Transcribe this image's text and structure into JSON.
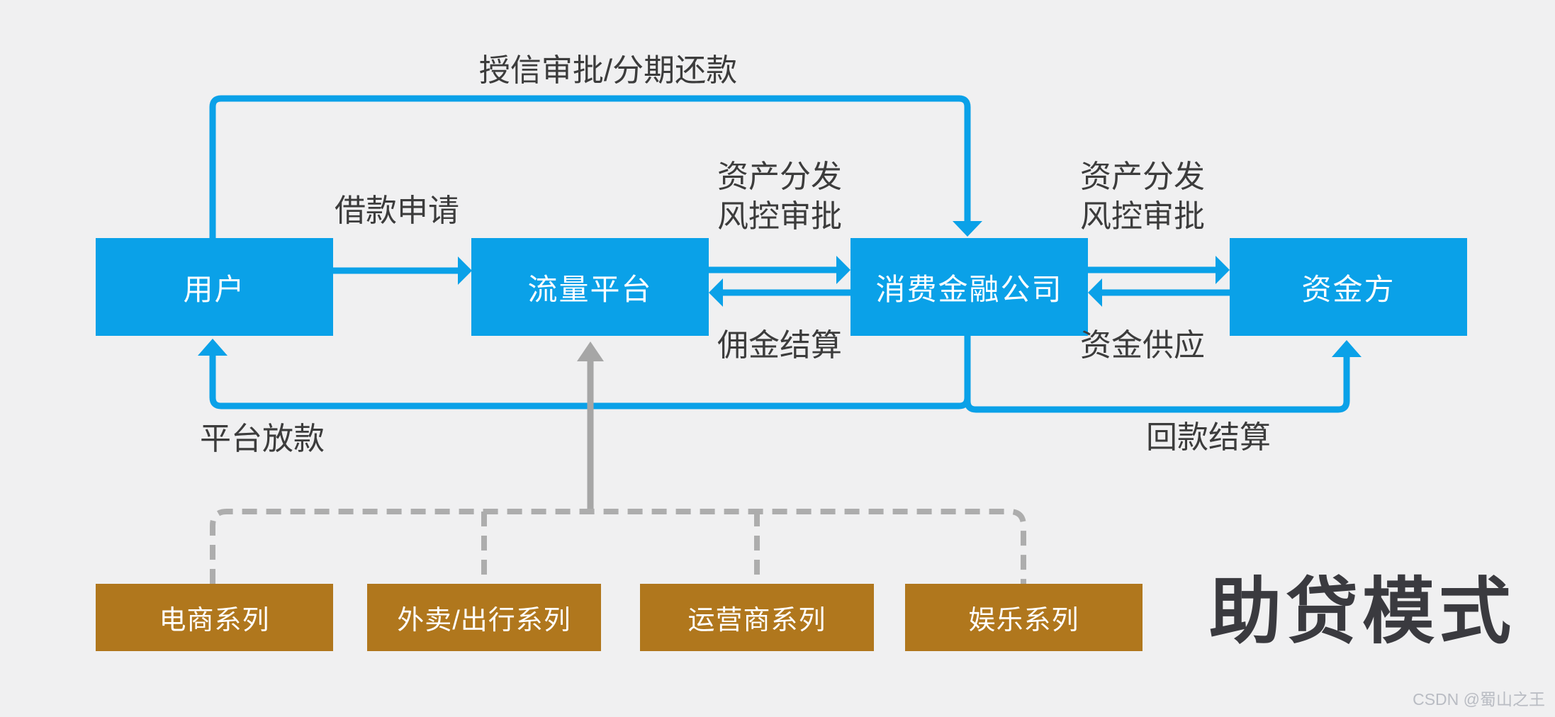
{
  "title": "助贷模式",
  "watermark": "CSDN @蜀山之王",
  "colors": {
    "box_blue": "#0aa1e8",
    "box_brown": "#b0771d",
    "arrow_gray": "#a6a6a6",
    "dashed_gray": "#adadad",
    "label_text": "#3c3c3c",
    "title_text": "#3a3a3f",
    "box_text": "#ffffff",
    "background": "#f0f0f1",
    "watermark": "#b9bcc3"
  },
  "nodes": {
    "user": {
      "label": "用户"
    },
    "traffic_platform": {
      "label": "流量平台"
    },
    "consumer_finance": {
      "label": "消费金融公司"
    },
    "funder": {
      "label": "资金方"
    }
  },
  "channels": [
    {
      "label": "电商系列"
    },
    {
      "label": "外卖/出行系列"
    },
    {
      "label": "运营商系列"
    },
    {
      "label": "娱乐系列"
    }
  ],
  "edges": {
    "credit_approval": "授信审批/分期还款",
    "loan_application": "借款申请",
    "asset_distribution_a": "资产分发",
    "risk_control_a": "风控审批",
    "commission_settlement": "佣金结算",
    "asset_distribution_b": "资产分发",
    "risk_control_b": "风控审批",
    "funding_supply": "资金供应",
    "platform_lending": "平台放款",
    "repayment_settlement": "回款结算"
  }
}
